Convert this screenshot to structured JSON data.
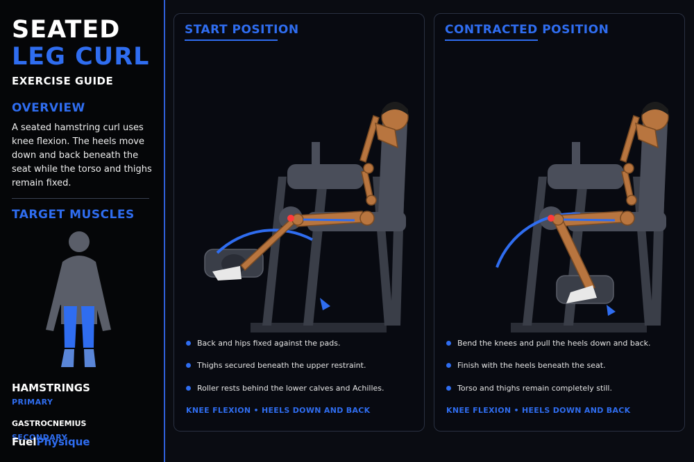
{
  "sidebar": {
    "title_line1": "SEATED",
    "title_line2": "LEG CURL",
    "subtitle": "EXERCISE GUIDE",
    "overview_heading": "OVERVIEW",
    "overview_text": "A seated hamstring curl uses knee flexion. The heels move down and back beneath the seat while the torso and thighs remain fixed.",
    "target_heading": "TARGET MUSCLES",
    "muscles": [
      {
        "name": "HAMSTRINGS",
        "role": "PRIMARY"
      },
      {
        "name": "GASTROCNEMIUS",
        "role": "SECONDARY"
      }
    ],
    "brand_part1": "Fuel",
    "brand_part2": "Physique"
  },
  "panels": [
    {
      "title": "START POSITION",
      "bullets": [
        "Back and hips fixed against the pads.",
        "Thighs secured beneath the upper restraint.",
        "Roller rests behind the lower calves and Achilles."
      ],
      "footer": "KNEE FLEXION • HEELS DOWN AND BACK"
    },
    {
      "title": "CONTRACTED POSITION",
      "bullets": [
        "Bend the knees and pull the heels down and back.",
        "Finish with the heels beneath the seat.",
        "Torso and thighs remain completely still."
      ],
      "footer": "KNEE FLEXION • HEELS DOWN AND BACK"
    }
  ],
  "colors": {
    "accent": "#2f6df0",
    "machine": "#4a4e5a",
    "skin": "#b8753f",
    "background": "#0a0c12"
  }
}
